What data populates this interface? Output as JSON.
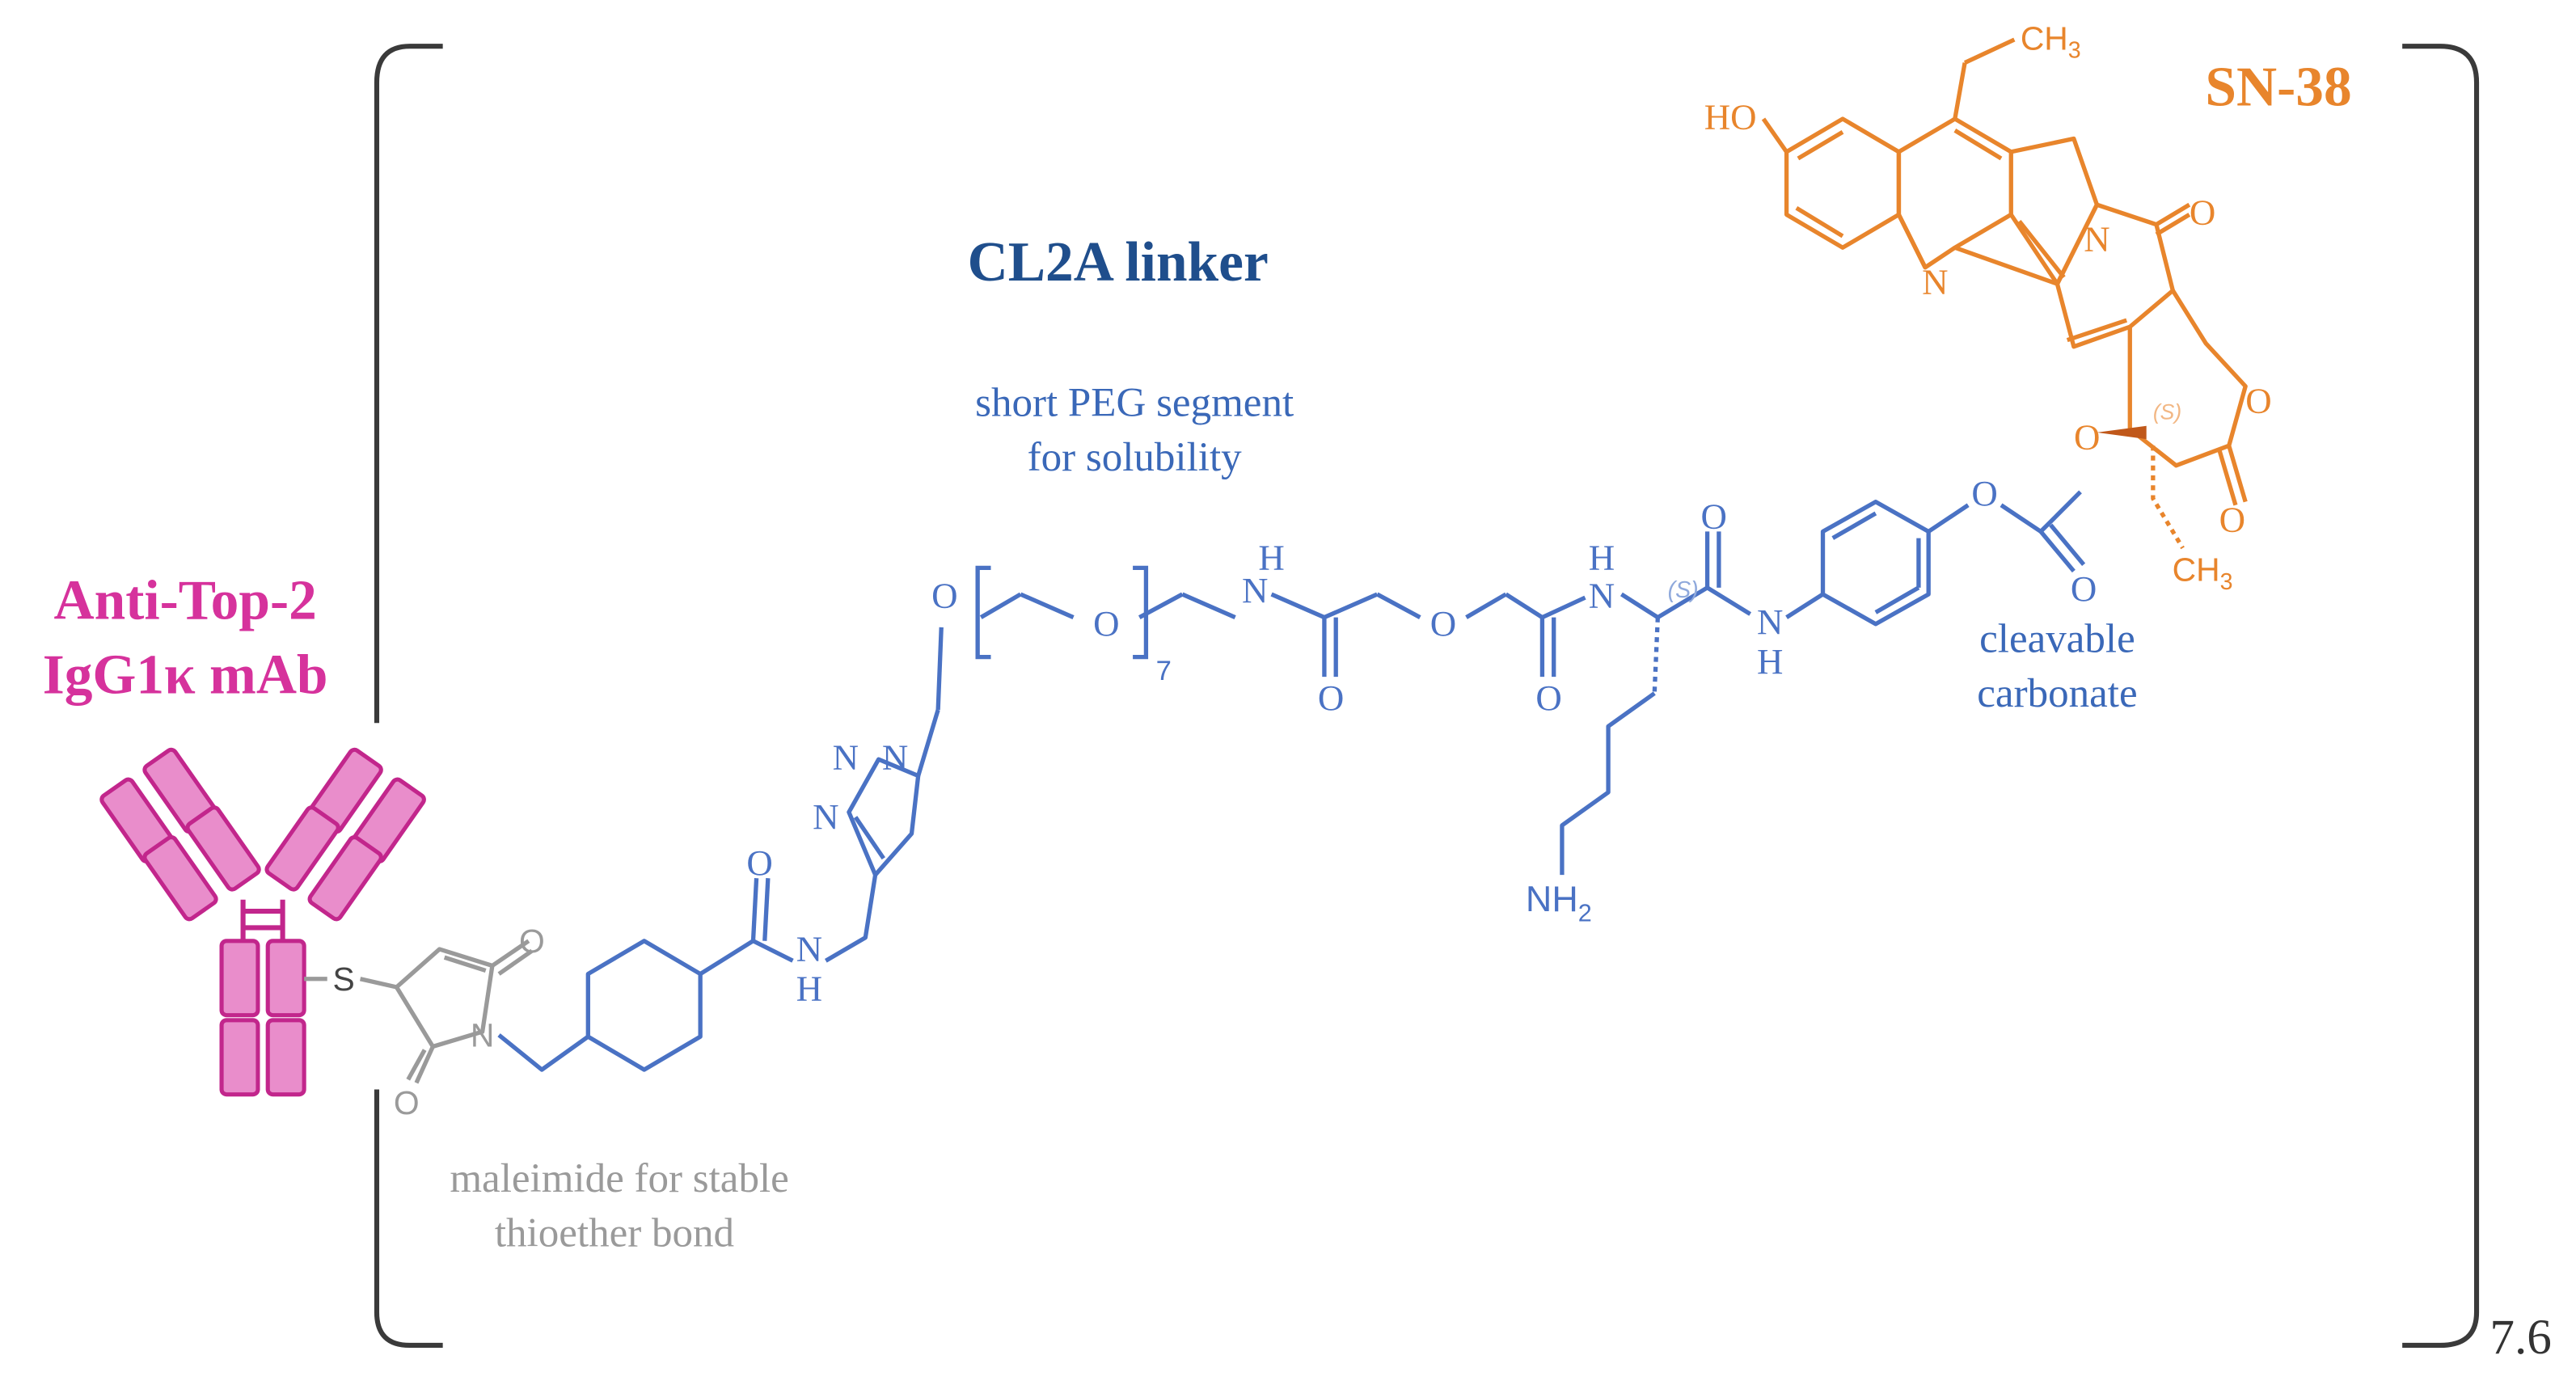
{
  "labels": {
    "antibody_line1": "Anti-Top-2",
    "antibody_line2": "IgG1κ mAb",
    "linker_title": "CL2A linker",
    "peg_note_line1": "short PEG segment",
    "peg_note_line2": "for solubility",
    "maleimide_note_line1": "maleimide for stable",
    "maleimide_note_line2": "thioether bond",
    "carbonate_note_line1": "cleavable",
    "carbonate_note_line2": "carbonate",
    "payload": "SN-38",
    "dar": "7.6"
  },
  "atoms": {
    "S": "S",
    "N": "N",
    "O": "O",
    "H": "H",
    "NH": "NH",
    "NH2": "NH",
    "sub2": "2",
    "HO": "HO",
    "CH3": "CH",
    "sub3": "3",
    "peg_n": "7",
    "stereo": "(S)"
  },
  "colors": {
    "antibody": "#d6329c",
    "antibody_fill": "#e98dcb",
    "linker": "#4a72c4",
    "linker_title": "#1f4e8c",
    "maleimide": "#9a9a9a",
    "payload": "#e8852c",
    "bracket": "#3a3a3a"
  }
}
